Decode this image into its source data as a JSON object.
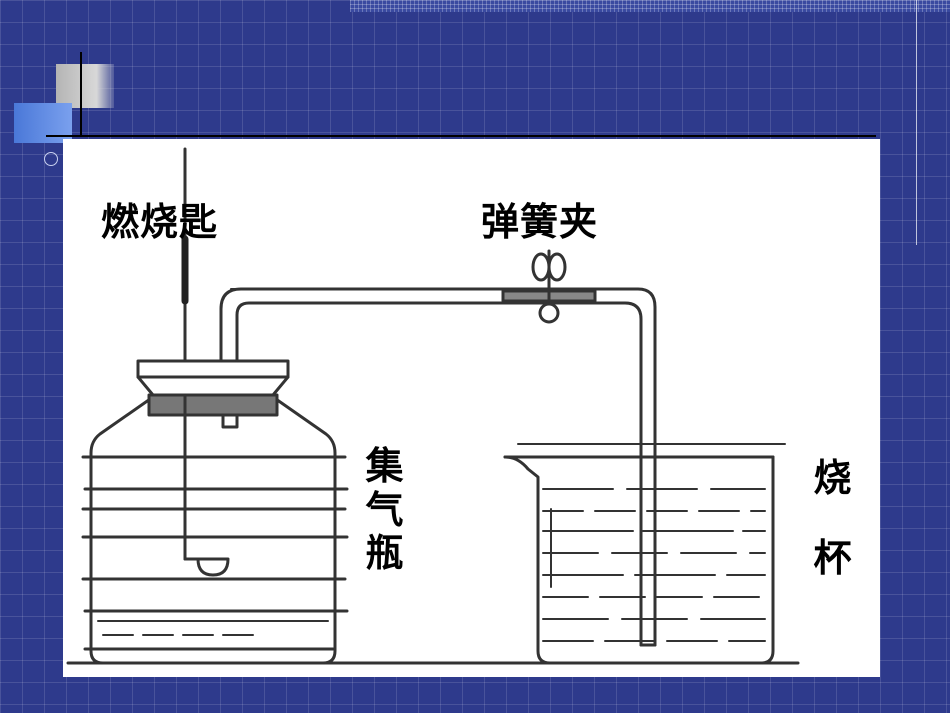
{
  "labels": {
    "spoon": "燃烧匙",
    "clamp": "弹簧夹",
    "gas_bottle": "集气瓶",
    "beaker": "烧杯"
  },
  "colors": {
    "background": "#2e3a8c",
    "panel": "#ffffff",
    "ink": "#333333",
    "accent_blue": "#4a78d8",
    "accent_gray": "#c4c4c4"
  }
}
